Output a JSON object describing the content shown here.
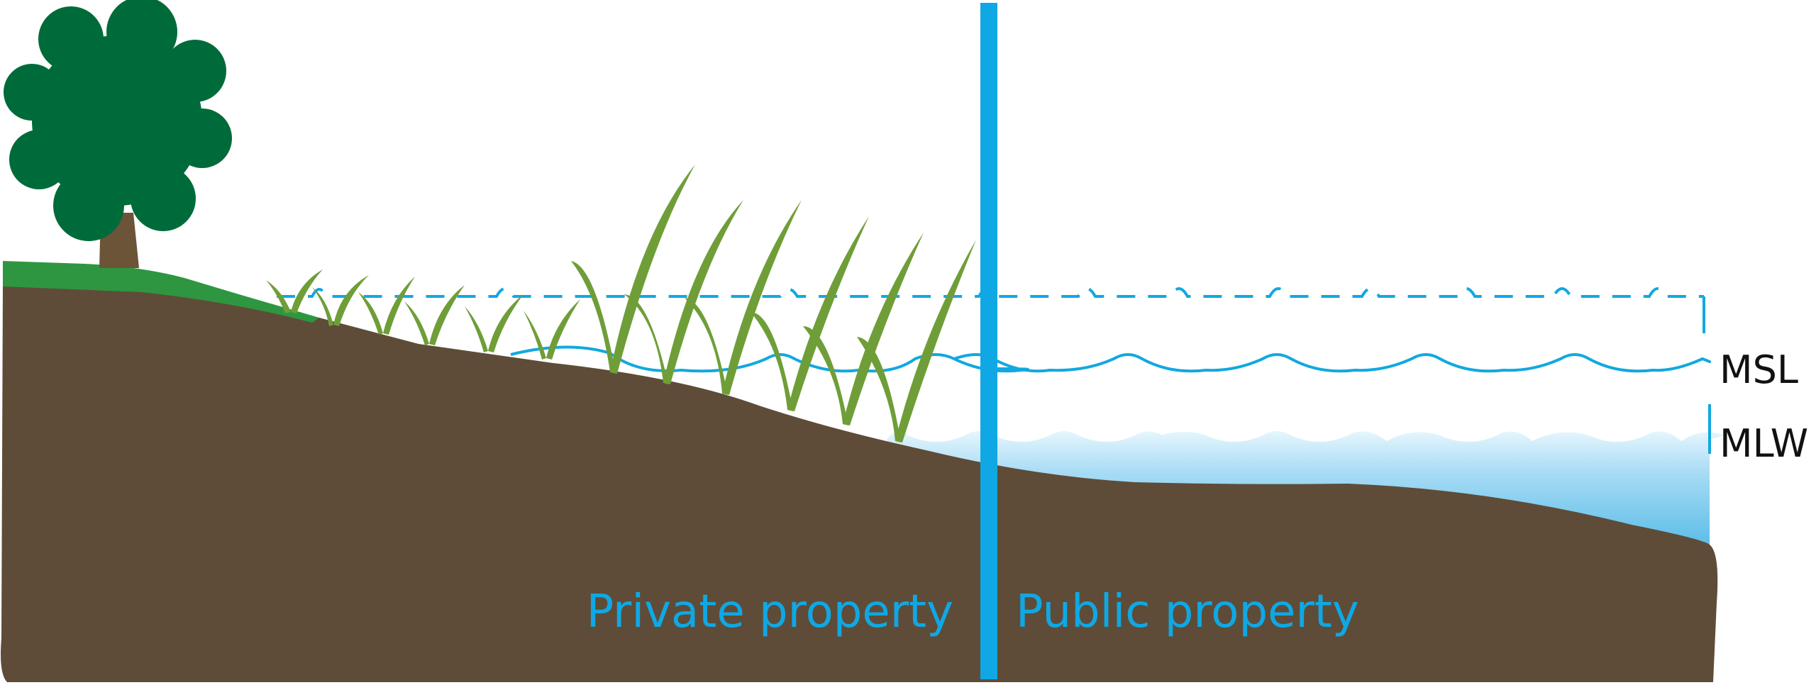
{
  "labels": {
    "msl": "MSL",
    "mlw": "MLW",
    "private": "Private property",
    "public": "Public property"
  },
  "colors": {
    "soil": "#5e4c38",
    "grass": "#2e9640",
    "tree_canopy": "#006b3a",
    "tree_trunk": "#6b5438",
    "reed": "#6f9e38",
    "water_line": "#12a8e0",
    "water_fill_top": "#ddf2fc",
    "water_fill_bottom": "#5bbde8",
    "boundary_post": "#0fa8e4",
    "label_blue": "#0fa8e4",
    "label_black": "#111111"
  }
}
